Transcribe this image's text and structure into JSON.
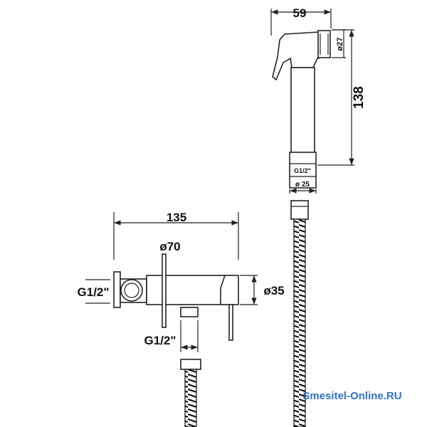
{
  "shower_head": {
    "width": "59",
    "height": "138",
    "nozzle_diameter": "ø27",
    "thread": "G1/2\"",
    "base_diameter": "ø 25"
  },
  "valve": {
    "length": "135",
    "plate_diameter": "ø70",
    "body_diameter": "ø35",
    "inlet_thread": "G1/2\"",
    "outlet_thread": "G1/2\""
  },
  "watermark": "Smesitel-Online.RU"
}
